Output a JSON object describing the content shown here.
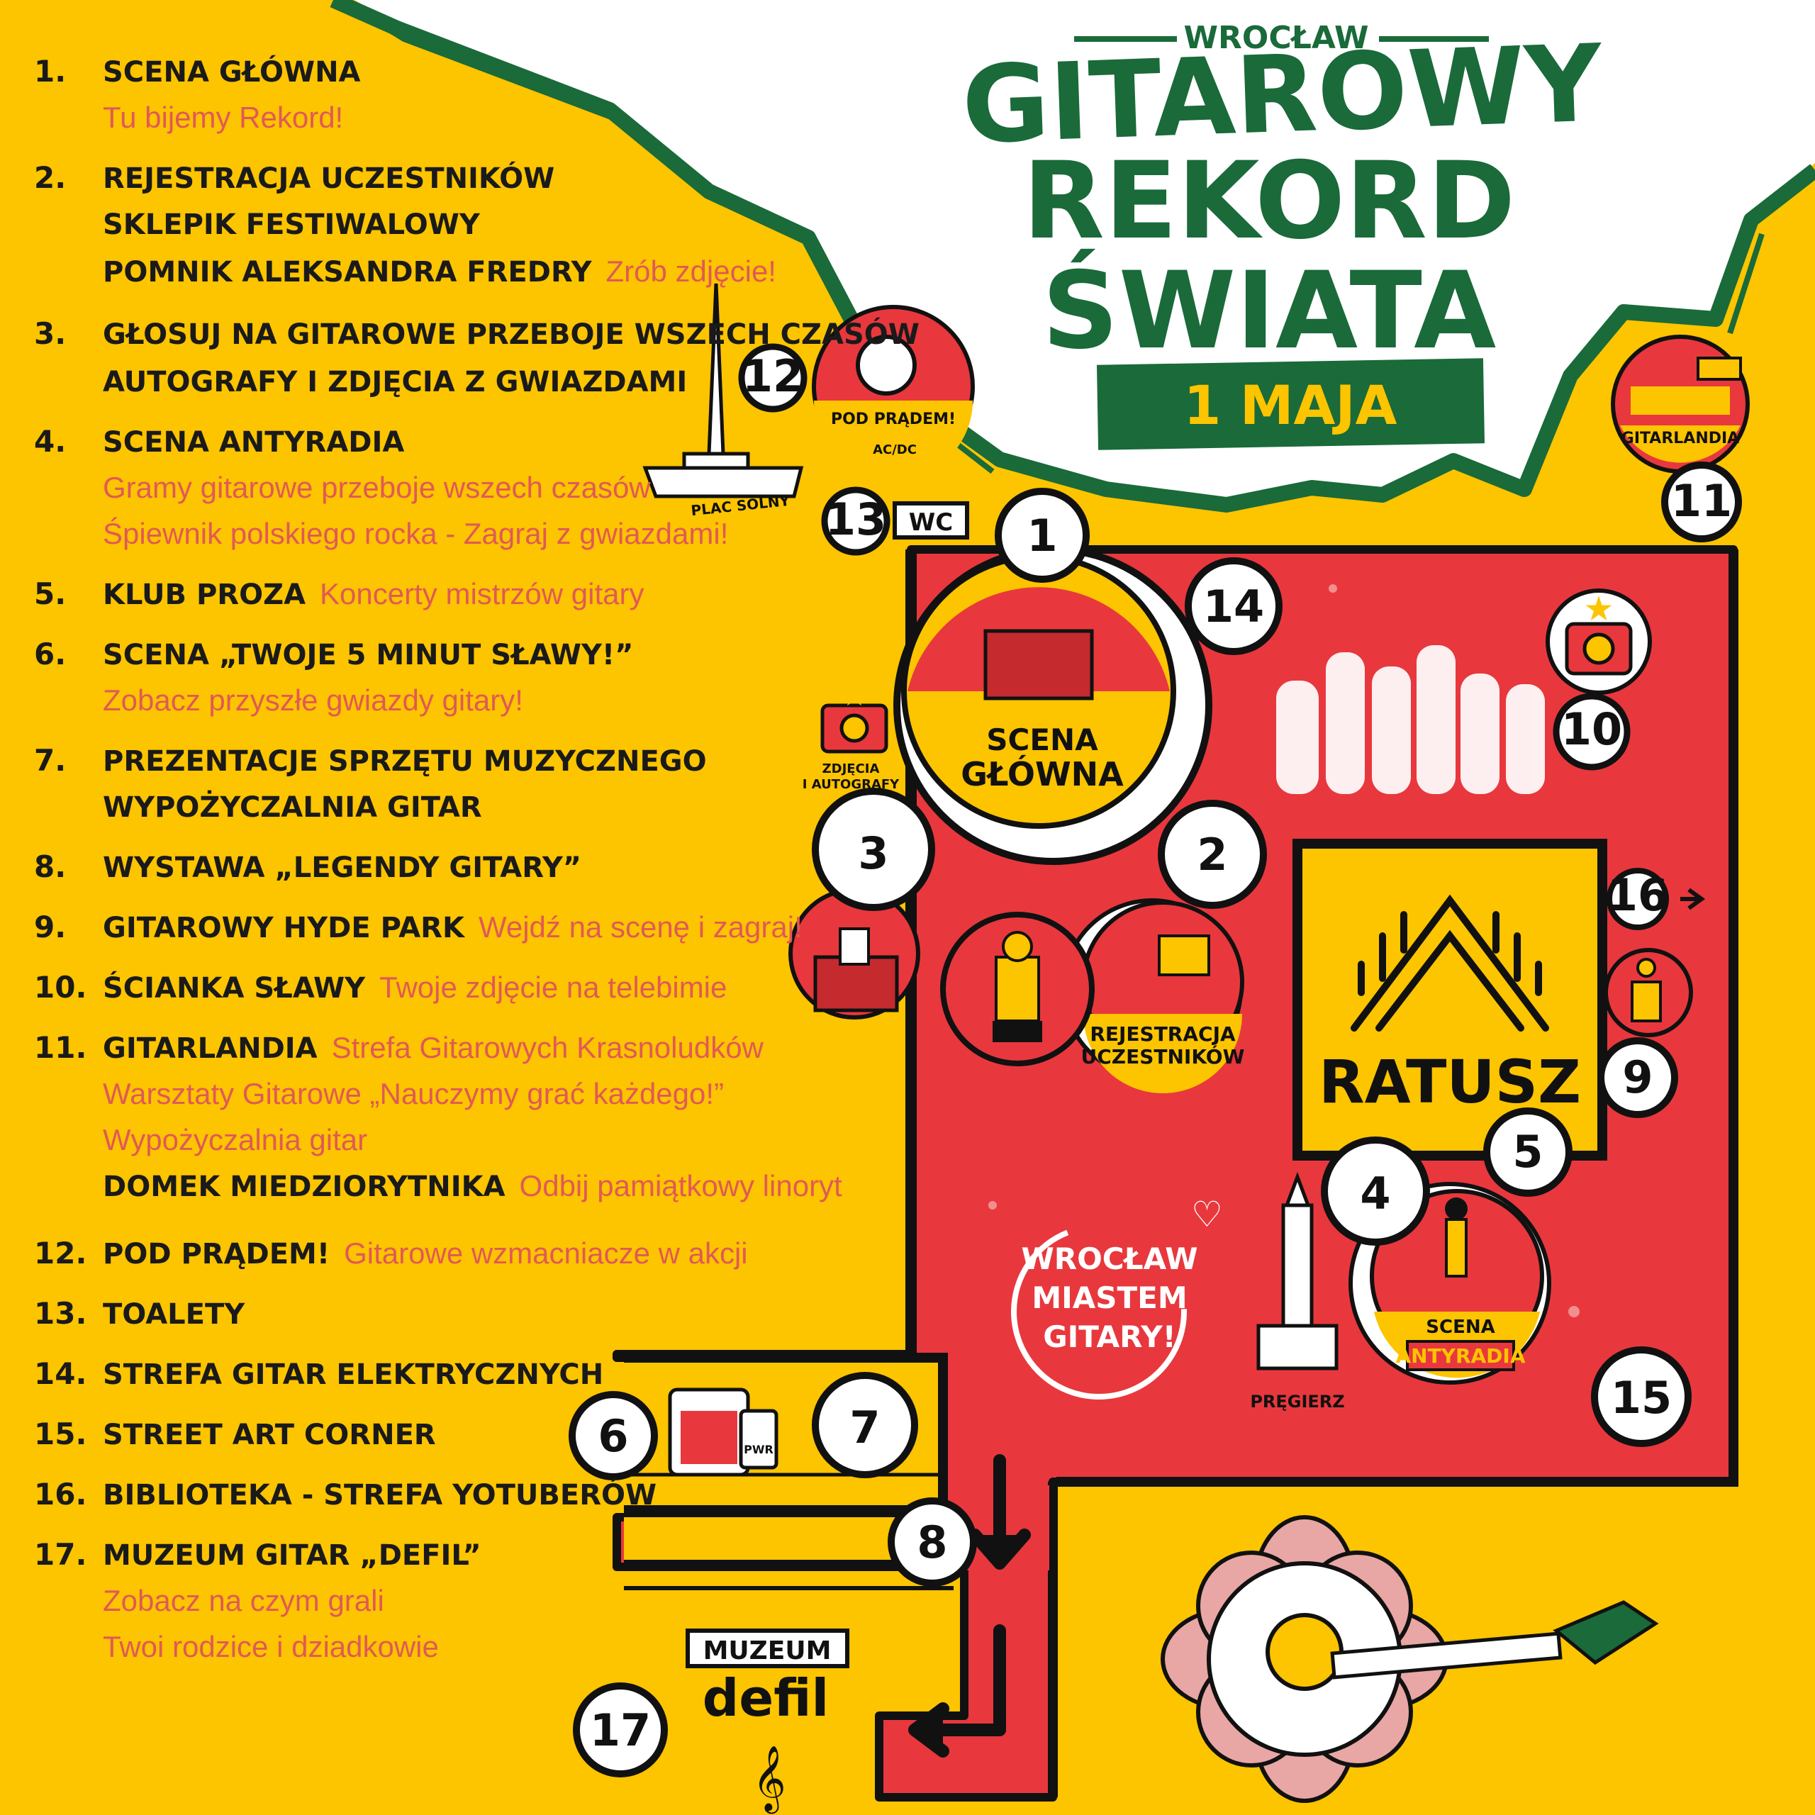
{
  "colors": {
    "background": "#fdc400",
    "map_red": "#e8383d",
    "green": "#1a6a3a",
    "heading_text": "#1a1a1a",
    "subtitle_text": "#e05a55",
    "white": "#ffffff"
  },
  "logo": {
    "city": "WROCŁAW",
    "line1": "GITAROWY",
    "line2": "REKORD",
    "line3": "ŚWIATA",
    "date": "1 MAJA"
  },
  "legend": [
    {
      "num": "1.",
      "lines": [
        {
          "t": "SCENA GŁÓWNA",
          "s": ""
        },
        {
          "t": "",
          "s": "Tu bijemy Rekord!"
        }
      ]
    },
    {
      "num": "2.",
      "lines": [
        {
          "t": "REJESTRACJA UCZESTNIKÓW",
          "s": ""
        },
        {
          "t": "SKLEPIK FESTIWALOWY",
          "s": ""
        },
        {
          "t": "POMNIK ALEKSANDRA FREDRY",
          "s": "Zrób zdjęcie!"
        }
      ]
    },
    {
      "num": "3.",
      "lines": [
        {
          "t": "GŁOSUJ NA GITAROWE PRZEBOJE WSZECH CZASÓW",
          "s": ""
        },
        {
          "t": "AUTOGRAFY I ZDJĘCIA Z GWIAZDAMI",
          "s": ""
        }
      ]
    },
    {
      "num": "4.",
      "lines": [
        {
          "t": "SCENA ANTYRADIA",
          "s": ""
        },
        {
          "t": "",
          "s": "Gramy gitarowe przeboje wszech czasów"
        },
        {
          "t": "",
          "s": "Śpiewnik polskiego rocka - Zagraj z gwiazdami!"
        }
      ]
    },
    {
      "num": "5.",
      "lines": [
        {
          "t": "KLUB PROZA",
          "s": "Koncerty mistrzów gitary"
        }
      ]
    },
    {
      "num": "6.",
      "lines": [
        {
          "t": "SCENA „TWOJE 5 MINUT SŁAWY!”",
          "s": ""
        },
        {
          "t": "",
          "s": "Zobacz przyszłe gwiazdy gitary!"
        }
      ]
    },
    {
      "num": "7.",
      "lines": [
        {
          "t": "PREZENTACJE SPRZĘTU MUZYCZNEGO",
          "s": ""
        },
        {
          "t": "WYPOŻYCZALNIA GITAR",
          "s": ""
        }
      ]
    },
    {
      "num": "8.",
      "lines": [
        {
          "t": "WYSTAWA „LEGENDY GITARY”",
          "s": ""
        }
      ]
    },
    {
      "num": "9.",
      "lines": [
        {
          "t": "GITAROWY HYDE PARK",
          "s": "Wejdź na scenę i zagraj!"
        }
      ]
    },
    {
      "num": "10.",
      "lines": [
        {
          "t": "ŚCIANKA SŁAWY",
          "s": "Twoje zdjęcie na telebimie"
        }
      ]
    },
    {
      "num": "11.",
      "lines": [
        {
          "t": "GITARLANDIA",
          "s": "Strefa Gitarowych Krasnoludków"
        },
        {
          "t": "",
          "s": "Warsztaty Gitarowe „Nauczymy grać każdego!”"
        },
        {
          "t": "",
          "s": "Wypożyczalnia gitar"
        },
        {
          "t": "DOMEK MIEDZIORYTNIKA",
          "s": "Odbij pamiątkowy linoryt"
        }
      ]
    },
    {
      "num": "12.",
      "lines": [
        {
          "t": "POD PRĄDEM!",
          "s": "Gitarowe wzmacniacze w akcji"
        }
      ]
    },
    {
      "num": "13.",
      "lines": [
        {
          "t": "TOALETY",
          "s": ""
        }
      ]
    },
    {
      "num": "14.",
      "lines": [
        {
          "t": "STREFA GITAR ELEKTRYCZNYCH",
          "s": ""
        }
      ]
    },
    {
      "num": "15.",
      "lines": [
        {
          "t": "STREET ART CORNER",
          "s": ""
        }
      ]
    },
    {
      "num": "16.",
      "lines": [
        {
          "t": "BIBLIOTEKA - STREFA YOTUBERÓW",
          "s": ""
        }
      ]
    },
    {
      "num": "17.",
      "lines": [
        {
          "t": "MUZEUM GITAR „DEFIL”",
          "s": ""
        },
        {
          "t": "",
          "s": "Zobacz na czym grali"
        },
        {
          "t": "",
          "s": "Twoi rodzice i dziadkowie"
        }
      ]
    }
  ],
  "markers": [
    "1",
    "2",
    "3",
    "4",
    "5",
    "6",
    "7",
    "8",
    "9",
    "10",
    "11",
    "12",
    "13",
    "14",
    "15",
    "16",
    "17"
  ],
  "map_labels": {
    "ratusz": "RATUSZ",
    "scena_glowna_1": "SCENA",
    "scena_glowna_2": "GŁÓWNA",
    "rejestracja_1": "REJESTRACJA",
    "rejestracja_2": "UCZESTNIKÓW",
    "scena_antyradia_1": "SCENA",
    "scena_antyradia_2": "ANTYRADIA",
    "pod_pradem": "POD PRĄDEM!",
    "acdc": "AC/DC",
    "plac_solny": "PLAC SOLNY",
    "wc": "WC",
    "gitarlandia": "GITARLANDIA",
    "zdjecia_1": "ZDJĘCIA",
    "zdjecia_2": "I AUTOGRAFY",
    "wroclaw_miastem_1": "WROCŁAW",
    "wroclaw_miastem_2": "MIASTEM",
    "wroclaw_miastem_3": "GITARY!",
    "pregierz": "PRĘGIERZ",
    "muzeum": "MUZEUM",
    "defil": "defil",
    "pedal": "PWR"
  }
}
